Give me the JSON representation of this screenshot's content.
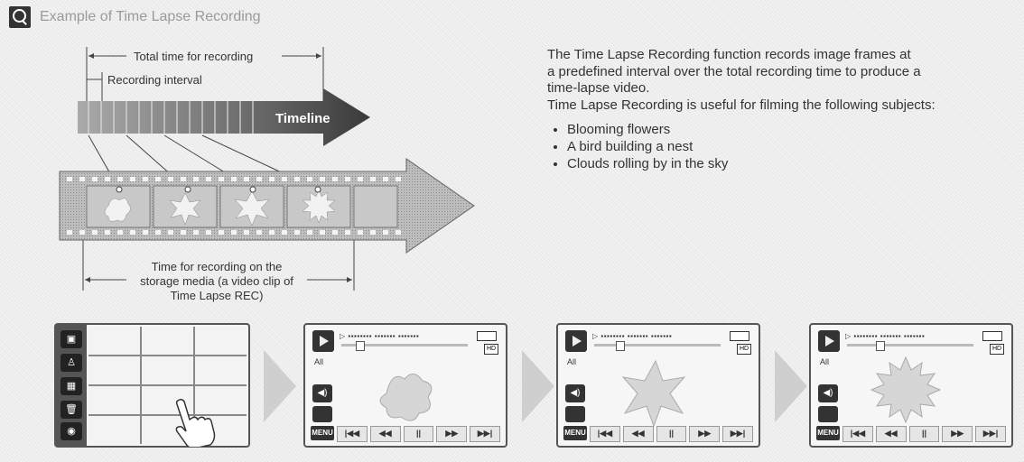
{
  "title": "Example of Time Lapse Recording",
  "labels": {
    "total_time": "Total time for recording",
    "interval": "Recording interval",
    "timeline": "Timeline",
    "caption": [
      "Time for recording on the",
      "storage media (a video clip of",
      "Time Lapse REC)"
    ]
  },
  "description": {
    "lines": [
      "The Time Lapse Recording function records image frames at",
      "a predefined interval over the total recording time to produce a",
      "time-lapse video.",
      "Time Lapse Recording is useful for filming the following subjects:"
    ],
    "bullets": [
      "Blooming flowers",
      "A bird building a nest",
      "Clouds rolling by in the sky"
    ]
  },
  "player": {
    "menu": "MENU",
    "all": "All",
    "hd": "HD",
    "controls": [
      "|◀◀",
      "◀◀",
      "||",
      "▶▶",
      "▶▶|"
    ]
  },
  "icons": [
    "magnifier-icon",
    "timeline-arrow",
    "filmstrip",
    "play-icon",
    "volume-icon",
    "battery-icon",
    "hand-pointer-icon",
    "chevron-right-icon"
  ]
}
